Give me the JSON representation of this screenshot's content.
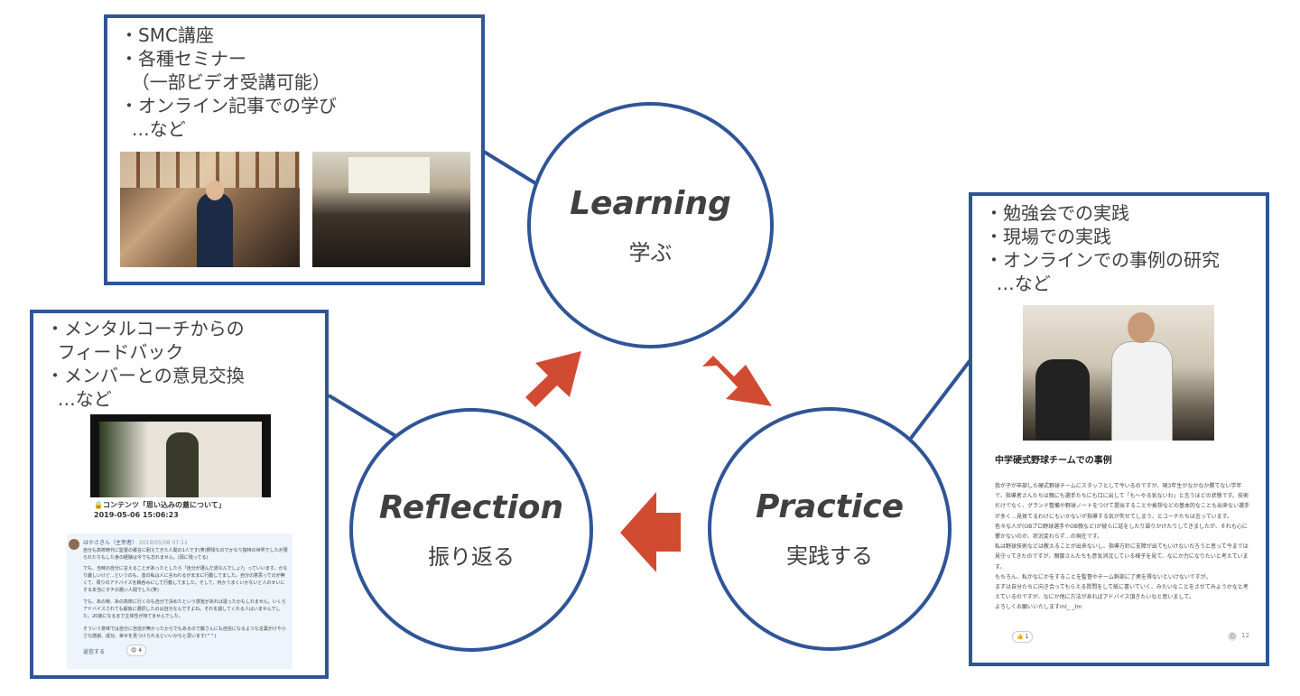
{
  "learning_box": {
    "bullets": "・SMC講座\n・各種セミナー\n  （一部ビデオ受講可能）\n・オンライン記事での学び\n  …など"
  },
  "reflection_box": {
    "bullets": "・メンタルコーチからの\n  フィードバック\n・メンバーとの意見交換\n  …など",
    "video_title": "🔒コンテンツ「思い込みの蓋について」",
    "video_date": "2019-05-06 15:06:23",
    "comment_author": "はやさきん（主宰者）",
    "comment_date": "2019/05/08 07:11",
    "comment_p1": "自分も高校時代に監督の暴言に耐えてきた人間の1人です(笑)野球なのでかなり独特の世界でしたが限られたりもした身の経験は今でも忘れません。(頭に残ってる)",
    "comment_p2": "でも、当時の自分に言えることがあったとしたら「自分が選んだ道なんでしょ?」っていいます。かなり厳しいけど...というのも、昔の私は人に言われるがままに行動してました。自分の意思ってのが無くて、周りのアドバイスを鵜呑みにして行動してました。そして、何かうまくいかないと人のせいにする本当にタチの悪い人間でした(笑)",
    "comment_p3": "でも、あの時、あの高校に行くのも自分で決めたという感覚があれば違ったかもしれません。いくらアドバイスされても最後に選択したのは自分なんですよね。それを諭してくれる人はいませんでした。20歳になるまで主体性が持てませんでした。",
    "comment_p4": "そういう意味では自分に自信が無かったからでもあるので藤さんにも自信になるような言葉がけや小さな感謝、成功、幸せを見つけられるといいかなと思います(^^)",
    "reply_label": "返信する",
    "reaction_count": "4"
  },
  "practice_box": {
    "bullets": "・勉強会での実践\n・現場での実践\n・オンラインでの事例の研究\n  …など",
    "article_title": "中学硬式野球チームでの事例",
    "article_body": "我が子が卒部した硬式野球チームにスタッフとして今いるのですが、現3年生がなかなか勝てない学年で、指導者さんたちは親にも選手たちにも口に出して「も〜やる気ないわ」と言うほどの状態です。技術だけでなく、グランド整備や野球ノートをつけて提出することや挨拶などの基本的なことも出来ない選手が多く…見捨てるわけにもいかないが指導する気が失せてしまう、とコーチたちは言っています。\n色々な人が(OBプロ野球選手やOB親など)が彼らに話をしたり語りかけたりしてきましたが、それも心に響かないのか、状況変わらず…の現在です。\n私は野球技術などは教えることが出来ないし、指導方針に支障が出てもいけないだろうと思って今までは見守ってきたのですが、親御さんたちも意気消沈している様子を見て、なにか力になりたいと考えています。\nもちろん、私がなにかをすることを監督やチーム幹部に了承を得ないといけないですが。\nまずは自分たちに向き合ってもらえる質問をして紙に書いていく、みたいなことをさせてみようかなと考えているのですが、なにか他に方法があればアドバイス頂きたいなと思いまして。\nよろしくお願いいたしますm(_ _)m",
    "like_count": "1",
    "comment_count": "12"
  },
  "learning": {
    "title": "Learning",
    "subtitle": "学ぶ"
  },
  "practice": {
    "title": "Practice",
    "subtitle": "実践する"
  },
  "reflection": {
    "title": "Reflection",
    "subtitle": "振り返る"
  },
  "colors": {
    "border": "#2f5597",
    "arrow": "#d14b32",
    "text": "#404040"
  }
}
